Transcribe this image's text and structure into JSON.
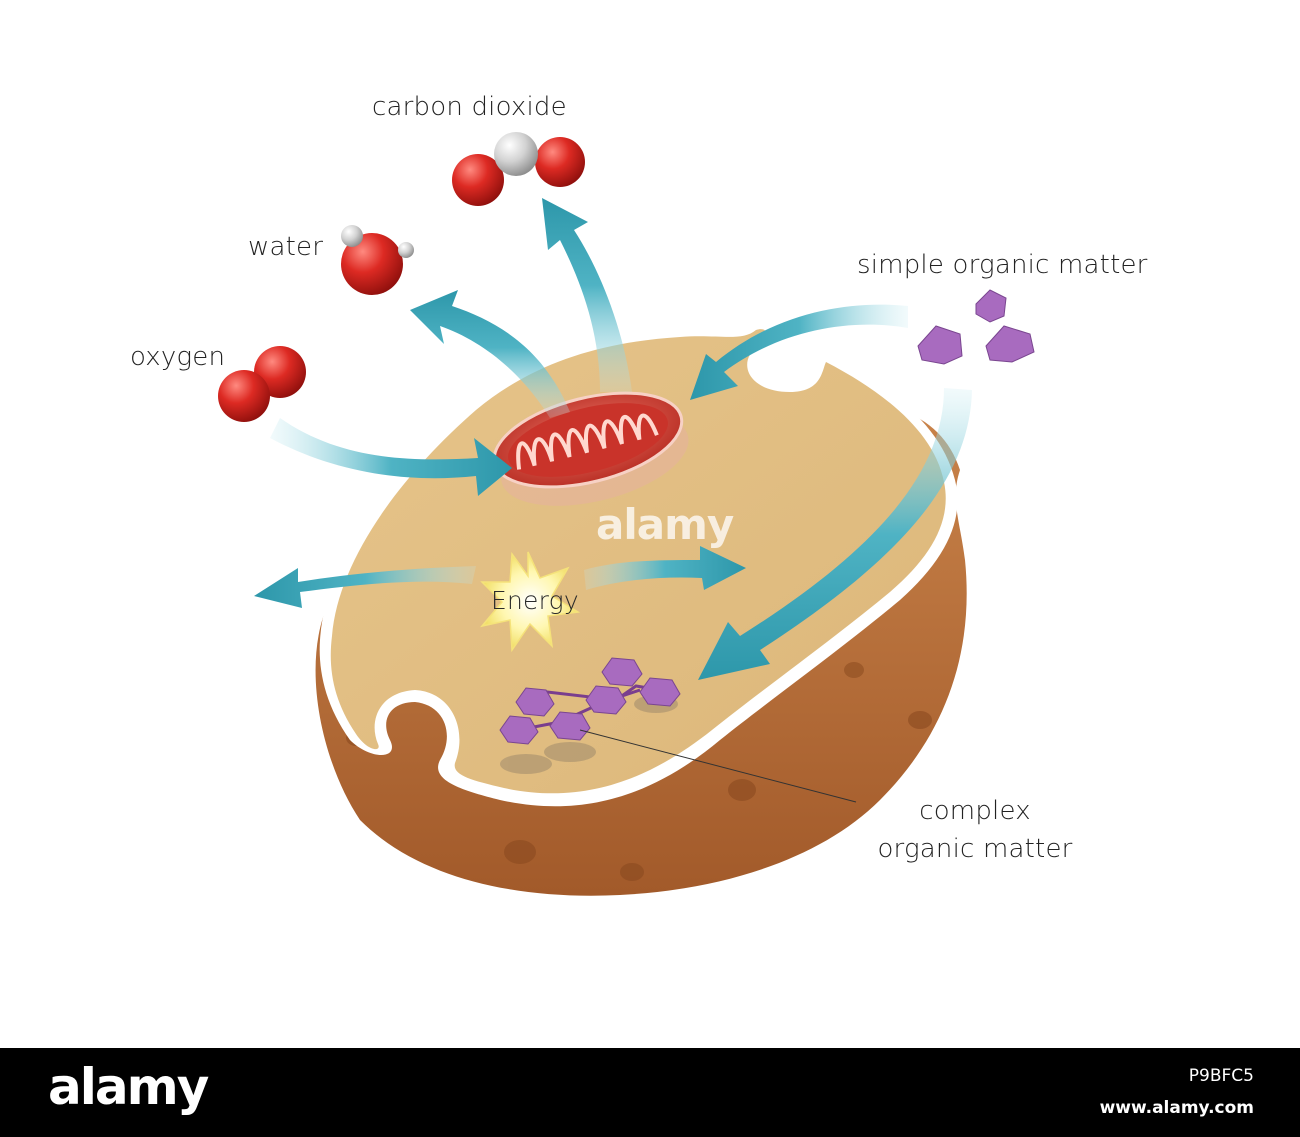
{
  "labels": {
    "carbon_dioxide": "carbon dioxide",
    "water": "water",
    "oxygen": "oxygen",
    "simple_organic_matter": "simple organic matter",
    "complex_organic_matter": "complex organic matter",
    "energy": "Energy"
  },
  "watermark": "alamy",
  "footer": {
    "logo": "alamy",
    "image_id": "P9BFC5",
    "url": "www.alamy.com"
  },
  "colors": {
    "arrow": "#3fa7b8",
    "cell_surface": "#e8c88f",
    "cell_body": "#b86f38",
    "mitochondrion": "#d9473d",
    "oxygen_atom": "#d8231f",
    "carbon_atom": "#cfcfcf",
    "hydrogen_atom": "#d8d8d8",
    "organic_molecule": "#a86bbf",
    "energy_star": "#fff6a8"
  }
}
